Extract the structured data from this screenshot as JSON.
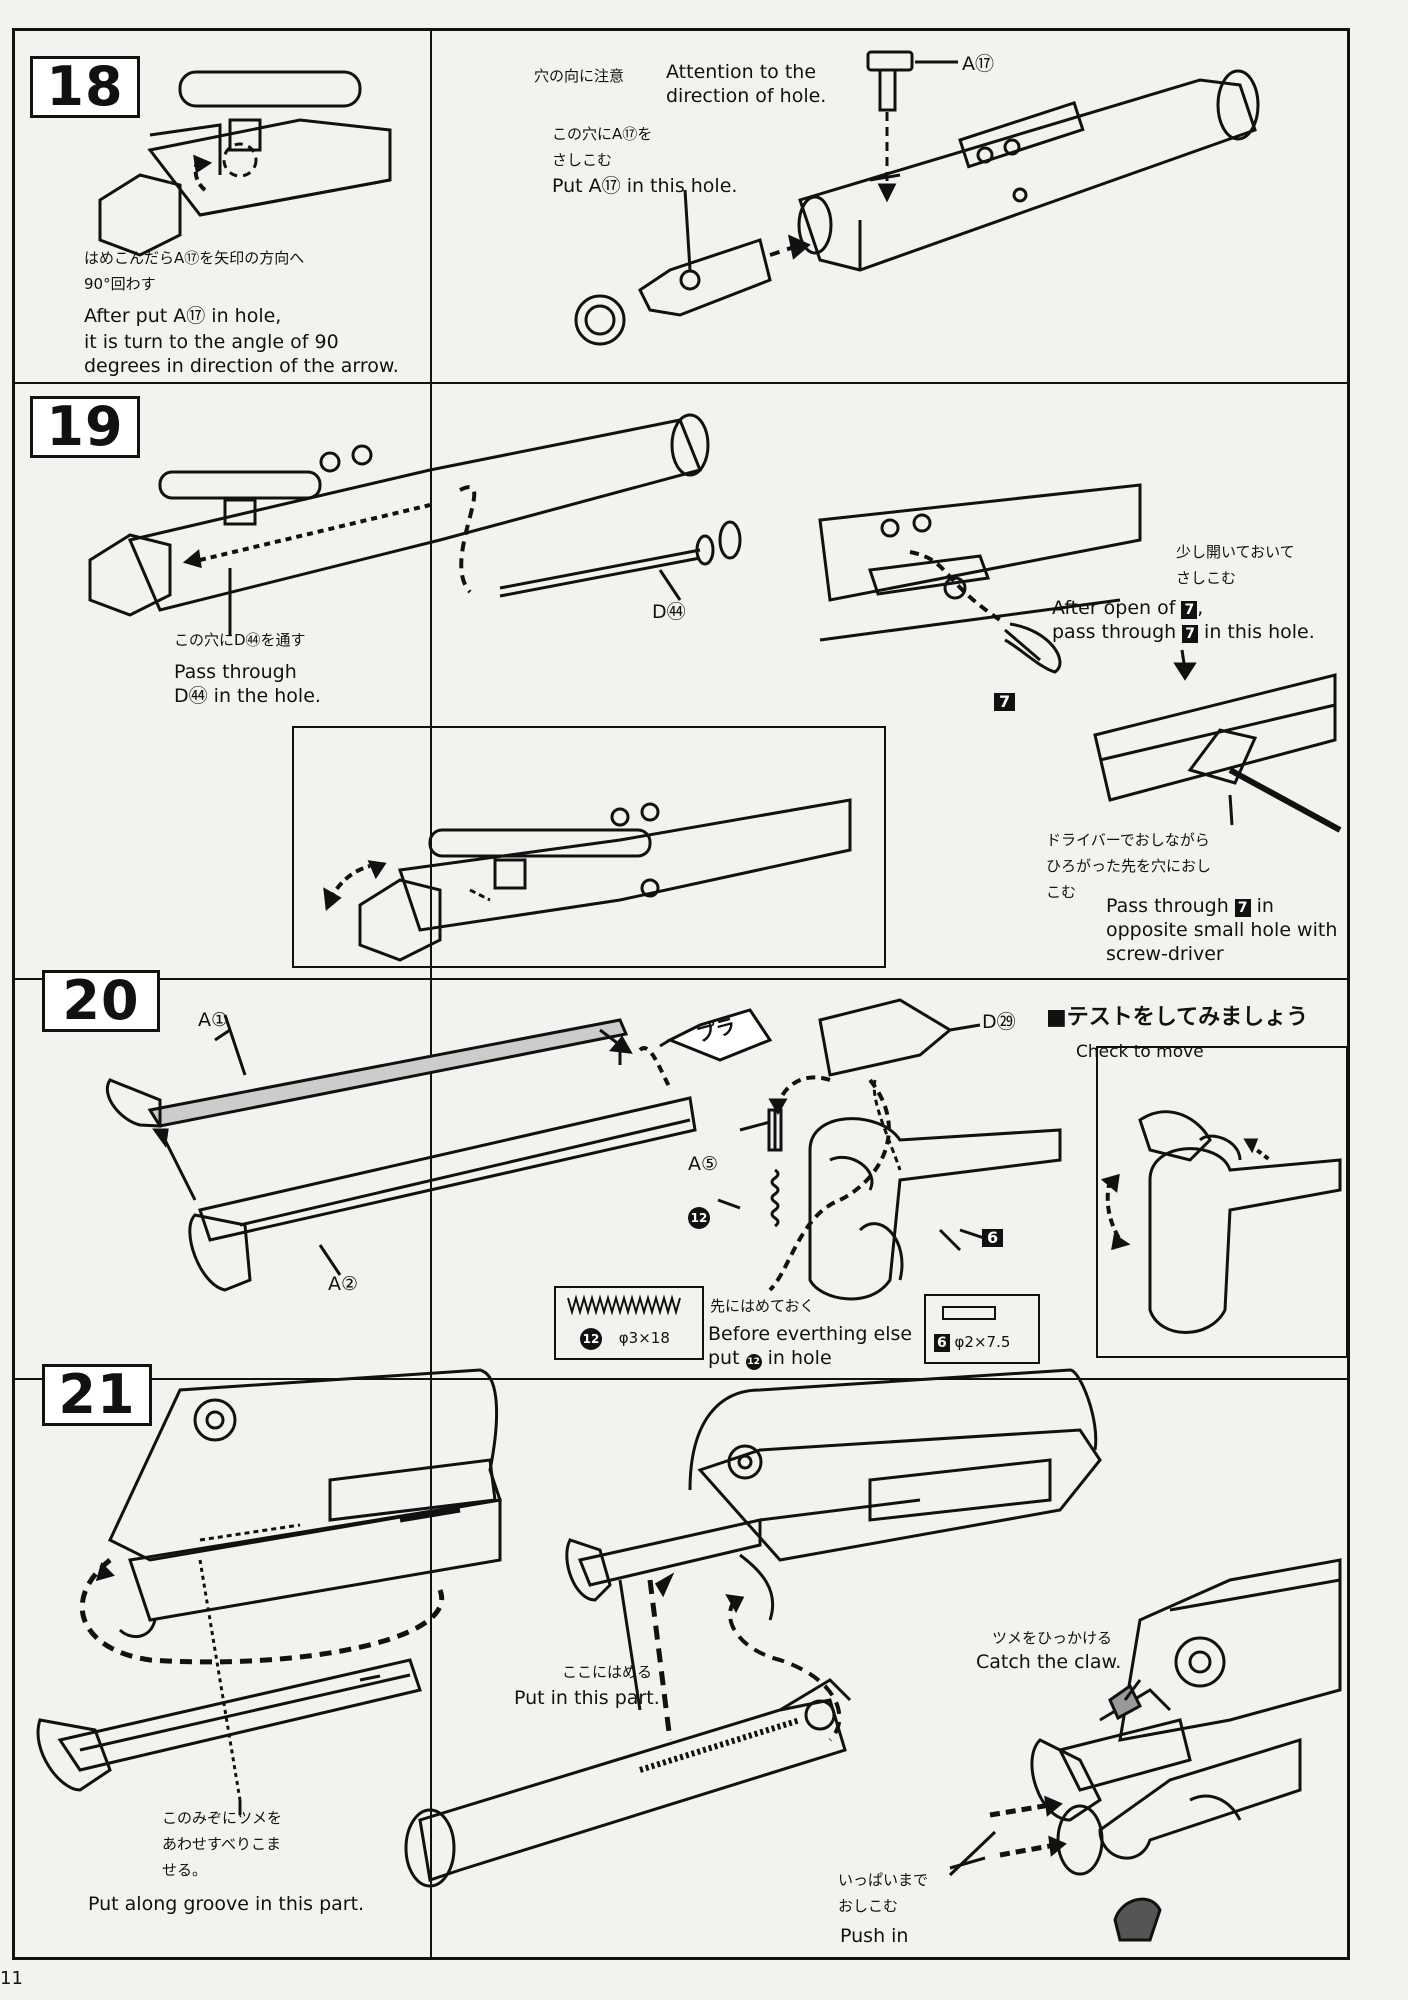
{
  "page_number": "11",
  "steps": {
    "s18": {
      "number": "18",
      "jp_rotate_line1": "はめこんだらA⑰を矢印の方向へ",
      "jp_rotate_line2": "90°回わす",
      "en_rotate_line1": "After put A⑰ in hole,",
      "en_rotate_line2": "it is turn to the angle of 90",
      "en_rotate_line3": "degrees in direction of the arrow.",
      "jp_attention": "穴の向に注意",
      "en_attention_line1": "Attention to the",
      "en_attention_line2": "direction of hole.",
      "part_label": "A⑰",
      "jp_put_line1": "この穴にA⑰を",
      "jp_put_line2": "さしこむ",
      "en_put": "Put A⑰ in this hole."
    },
    "s19": {
      "number": "19",
      "jp_pass": "この穴にD㊹を通す",
      "en_pass_line1": "Pass through",
      "en_pass_line2": "D㊹ in the hole.",
      "part_label": "D㊹",
      "jp_open_line1": "少し開いておいて",
      "jp_open_line2": "さしこむ",
      "en_open_line1_a": "After open of",
      "en_open_line1_b": ",",
      "en_open_line2_a": "pass through",
      "en_open_line2_b": "in this hole.",
      "pin_label": "7",
      "jp_driver_line1": "ドライバーでおしながら",
      "jp_driver_line2": "ひろがった先を穴におし",
      "jp_driver_line3": "こむ",
      "en_driver_line1_a": "Pass through",
      "en_driver_line1_b": "in",
      "en_driver_line2": "opposite small hole with",
      "en_driver_line3": "screw-driver"
    },
    "s20": {
      "number": "20",
      "label_a1": "A①",
      "label_a2": "A②",
      "label_a5": "A⑤",
      "label_d29": "D㉙",
      "glue_label": "プラ",
      "spring_label": "12",
      "spring_spec": "φ3×18",
      "pin_label": "6",
      "pin_spec": "φ2×7.5",
      "jp_before": "先にはめておく",
      "en_before_line1": "Before everthing else",
      "en_before_line2_a": "put",
      "en_before_line2_b": "in hole",
      "test_jp": "■テストをしてみましょう",
      "test_en": "Check to move"
    },
    "s21": {
      "number": "21",
      "jp_groove_line1": "このみぞにツメを",
      "jp_groove_line2": "あわせすべりこま",
      "jp_groove_line3": "せる。",
      "en_groove": "Put along groove in this part.",
      "jp_put_part": "ここにはめる",
      "en_put_part": "Put in this part.",
      "jp_catch": "ツメをひっかける",
      "en_catch": "Catch the claw.",
      "jp_push_line1": "いっぱいまで",
      "jp_push_line2": "おしこむ",
      "en_push": "Push in"
    }
  }
}
